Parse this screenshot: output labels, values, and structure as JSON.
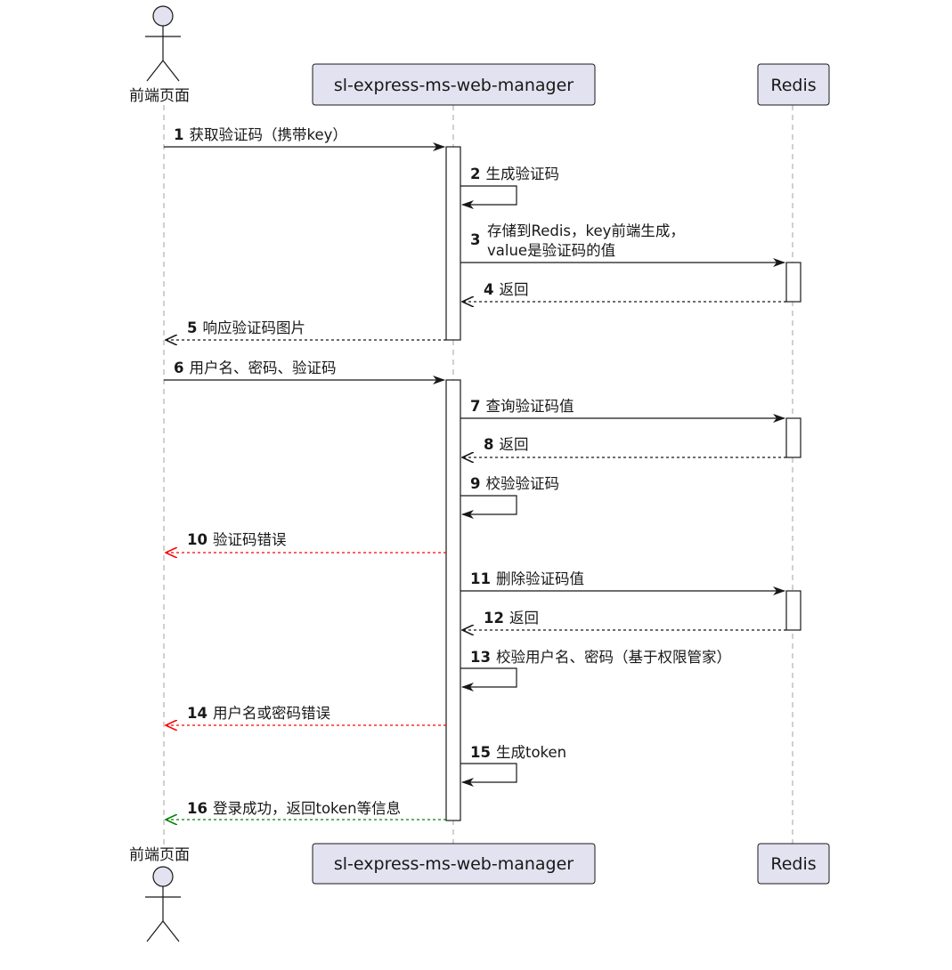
{
  "participants": {
    "frontend": {
      "label": "前端页面"
    },
    "manager": {
      "label": "sl-express-ms-web-manager"
    },
    "redis": {
      "label": "Redis"
    }
  },
  "colors": {
    "line": "#181818",
    "participant_fill": "#e2e2f0",
    "lifeline": "#a0a0a0",
    "error": "#ff0000",
    "success": "#008000"
  },
  "messages": [
    {
      "num": "1",
      "text": "获取验证码（携带key）"
    },
    {
      "num": "2",
      "text": "生成验证码"
    },
    {
      "num": "3",
      "text": "存储到Redis，key前端生成，",
      "text2": "value是验证码的值"
    },
    {
      "num": "4",
      "text": "返回"
    },
    {
      "num": "5",
      "text": "响应验证码图片"
    },
    {
      "num": "6",
      "text": "用户名、密码、验证码"
    },
    {
      "num": "7",
      "text": "查询验证码值"
    },
    {
      "num": "8",
      "text": "返回"
    },
    {
      "num": "9",
      "text": "校验验证码"
    },
    {
      "num": "10",
      "text": "验证码错误"
    },
    {
      "num": "11",
      "text": "删除验证码值"
    },
    {
      "num": "12",
      "text": "返回"
    },
    {
      "num": "13",
      "text": "校验用户名、密码（基于权限管家）"
    },
    {
      "num": "14",
      "text": "用户名或密码错误"
    },
    {
      "num": "15",
      "text": "生成token"
    },
    {
      "num": "16",
      "text": "登录成功，返回token等信息"
    }
  ]
}
